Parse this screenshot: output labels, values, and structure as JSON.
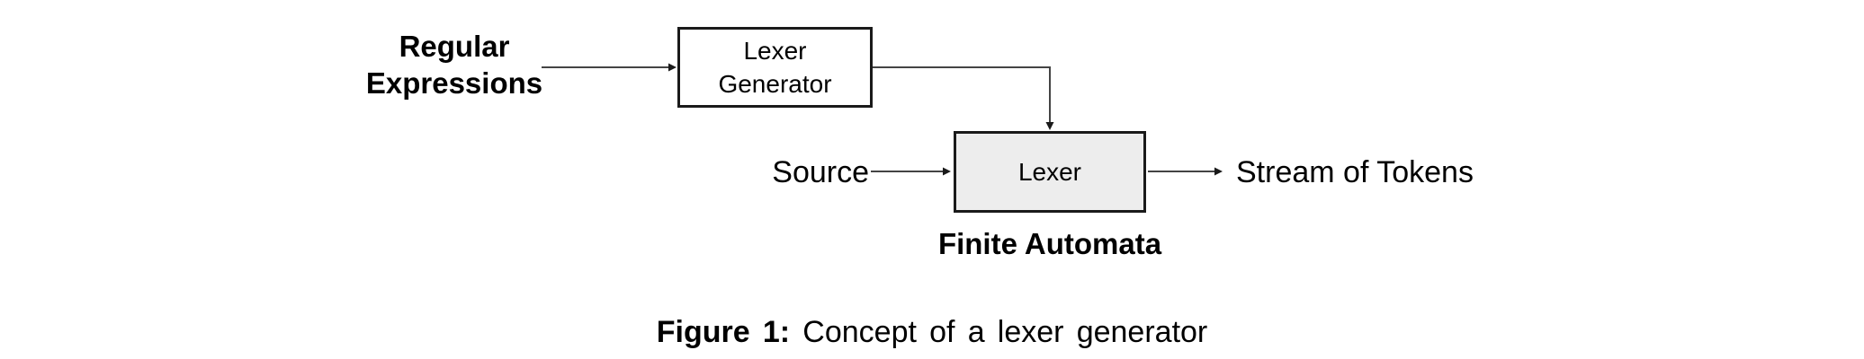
{
  "figure": {
    "caption": {
      "label": "Figure 1:",
      "text": " Concept of a lexer generator"
    }
  },
  "diagram": {
    "inputs": {
      "regular_expressions": {
        "line1": "Regular",
        "line2": "Expressions"
      },
      "source": {
        "label": "Source"
      }
    },
    "boxes": {
      "lexer_generator": {
        "line1": "Lexer",
        "line2": "Generator"
      },
      "lexer": {
        "label": "Lexer"
      }
    },
    "outputs": {
      "stream_of_tokens": {
        "label": "Stream of Tokens"
      }
    },
    "annotations": {
      "finite_automata": {
        "label": "Finite Automata"
      }
    },
    "connections": [
      {
        "from": "regular-expressions",
        "to": "lexer-generator",
        "type": "arrow"
      },
      {
        "from": "lexer-generator",
        "to": "lexer",
        "type": "elbow-arrow"
      },
      {
        "from": "source",
        "to": "lexer",
        "type": "arrow"
      },
      {
        "from": "lexer",
        "to": "stream-of-tokens",
        "type": "arrow"
      }
    ],
    "colors": {
      "background": "#ffffff",
      "box_border": "#1a1a1a",
      "box_fill_white": "#ffffff",
      "box_fill_gray": "#ededed",
      "connector_line": "#444444",
      "arrowhead": "#1a1a1a",
      "text": "#000000"
    }
  }
}
